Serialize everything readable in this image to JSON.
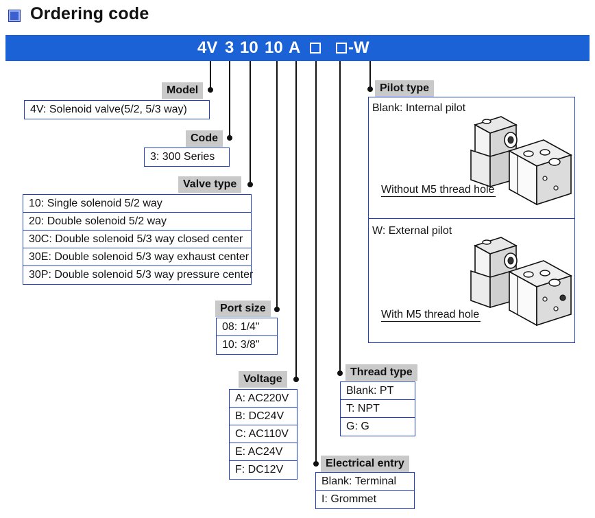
{
  "heading": {
    "title": "Ordering code"
  },
  "code": {
    "parts": [
      "4V",
      "3",
      "10",
      "10",
      "A",
      "-W"
    ]
  },
  "model": {
    "label": "Model",
    "options": [
      "4V: Solenoid valve(5/2, 5/3 way)"
    ]
  },
  "series_code": {
    "label": "Code",
    "options": [
      "3: 300 Series"
    ]
  },
  "valve_type": {
    "label": "Valve type",
    "options": [
      "10: Single solenoid 5/2 way",
      "20: Double solenoid 5/2 way",
      "30C: Double solenoid 5/3 way closed center",
      "30E: Double solenoid 5/3 way exhaust center",
      "30P: Double solenoid 5/3 way pressure center"
    ]
  },
  "port_size": {
    "label": "Port size",
    "options": [
      "08: 1/4\"",
      "10: 3/8\""
    ]
  },
  "voltage": {
    "label": "Voltage",
    "options": [
      "A: AC220V",
      "B: DC24V",
      "C: AC110V",
      "E: AC24V",
      "F: DC12V"
    ]
  },
  "electrical_entry": {
    "label": "Electrical entry",
    "options": [
      "Blank: Terminal",
      "I: Grommet"
    ]
  },
  "thread_type": {
    "label": "Thread type",
    "options": [
      "Blank: PT",
      "T: NPT",
      "G: G"
    ]
  },
  "pilot_type": {
    "label": "Pilot type",
    "internal": {
      "title": "Blank: Internal pilot",
      "callout": "Without M5 thread hole"
    },
    "external": {
      "title": "W: External pilot",
      "callout": "With M5 thread hole"
    }
  },
  "colors": {
    "banner": "#1a62d6",
    "box_border": "#1f3fc4",
    "tag_bg": "#c9c9c9"
  }
}
